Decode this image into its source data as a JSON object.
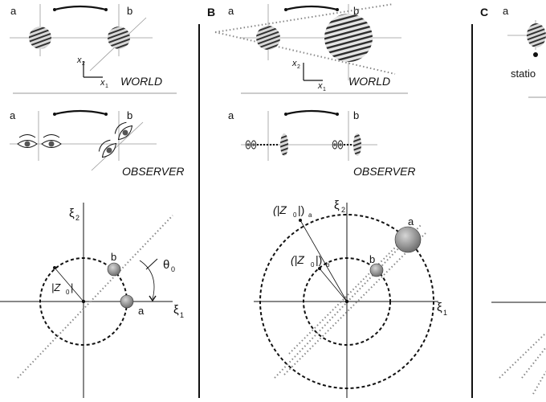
{
  "panels": {
    "A": {
      "label": "",
      "world": {
        "a": "a",
        "b": "b",
        "x1": "x",
        "x1_sub": "1",
        "x2": "x",
        "x2_sub": "2",
        "caption": "WORLD"
      },
      "observer": {
        "a": "a",
        "b": "b",
        "caption": "OBSERVER"
      },
      "polar": {
        "xi2": "ξ",
        "xi2_sub": "2",
        "xi1": "ξ",
        "xi1_sub": "1",
        "z0": "|Z",
        "z0_sub": "0",
        "z0_close": "|",
        "b": "b",
        "a": "a",
        "theta": "θ",
        "theta_sub": "0"
      }
    },
    "B": {
      "label": "B",
      "world": {
        "a": "a",
        "b": "b",
        "x1": "x",
        "x1_sub": "1",
        "x2": "x",
        "x2_sub": "2",
        "caption": "WORLD"
      },
      "observer": {
        "a": "a",
        "b": "b",
        "caption": "OBSERVER"
      },
      "polar": {
        "xi2": "ξ",
        "xi2_sub": "2",
        "xi1": "ξ",
        "xi1_sub": "1",
        "z0a": "(|Z",
        "z0a_sub0": "0",
        "z0a_close": "|)",
        "z0a_sub": "a",
        "z0b": "(|Z",
        "z0b_sub0": "0",
        "z0b_close": "|)",
        "z0b_sub": "b",
        "b": "b",
        "a": "a"
      }
    },
    "C": {
      "label": "C",
      "a": "a",
      "stationary": "statio"
    }
  },
  "colors": {
    "ink": "#111111",
    "grid": "#9a9a9a",
    "dots": "#8a8a8a",
    "disc": "#9e9e9e"
  }
}
